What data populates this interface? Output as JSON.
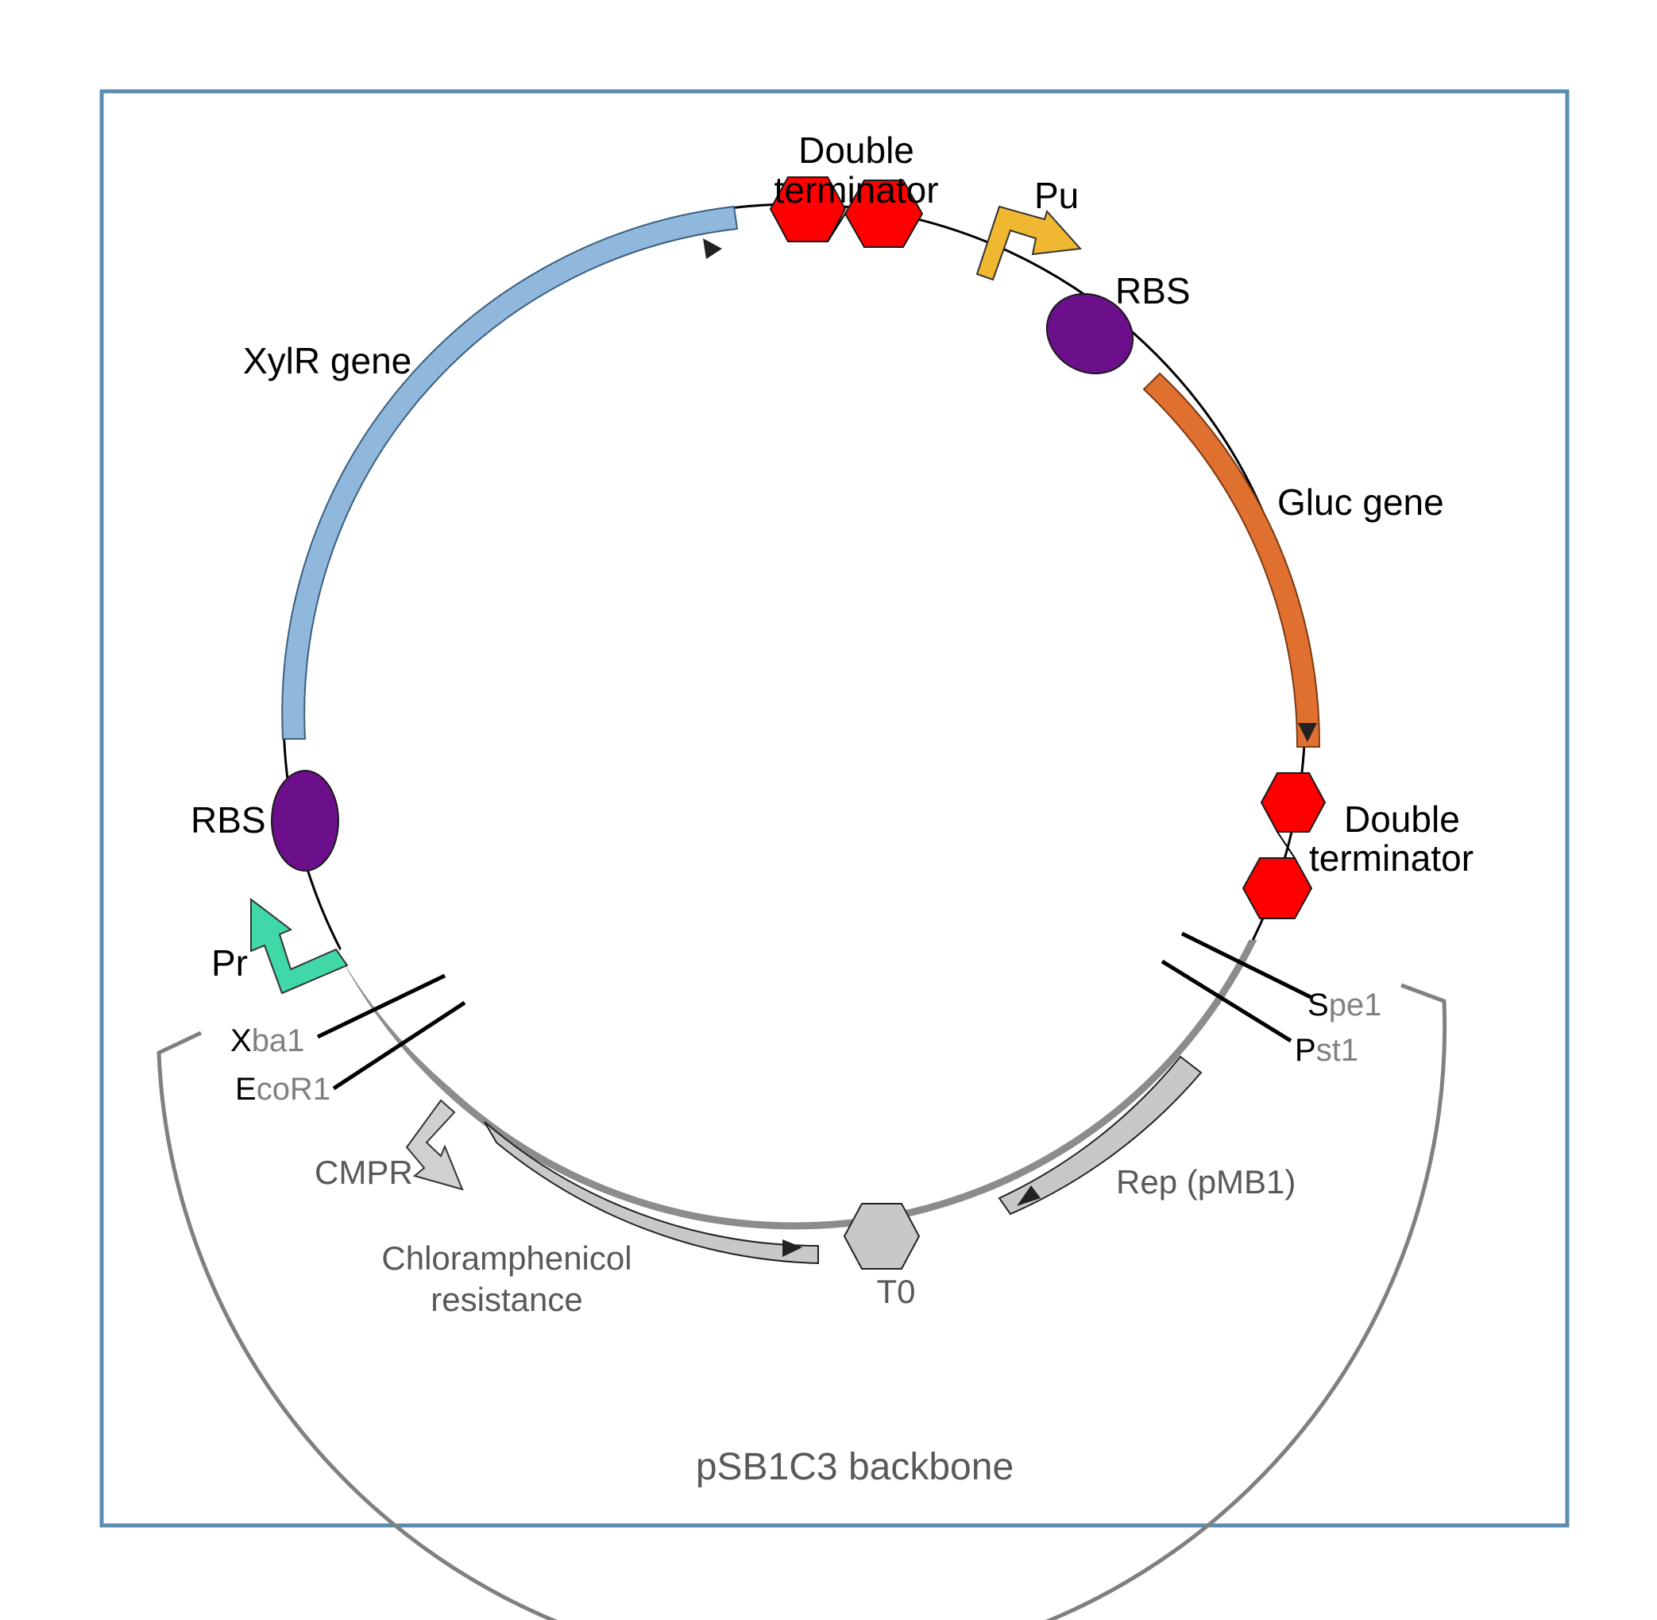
{
  "diagram": {
    "labels": {
      "double_terminator_top_1": "Double",
      "double_terminator_top_2": "terminator",
      "pu": "Pu",
      "rbs_right": "RBS",
      "xylr_gene": "XylR gene",
      "gluc_gene": "Gluc gene",
      "rbs_left": "RBS",
      "double_terminator_right_1": "Double",
      "double_terminator_right_2": "terminator",
      "pr": "Pr",
      "spe1_first": "S",
      "spe1_rest": "pe1",
      "pst1_first": "P",
      "pst1_rest": "st1",
      "xba1_first": "X",
      "xba1_rest": "ba1",
      "ecor1_first": "E",
      "ecor1_rest": "coR1",
      "cmpr": "CMPR",
      "rep": "Rep (pMB1)",
      "chloramphenicol_1": "Chloramphenicol",
      "chloramphenicol_2": "resistance",
      "t0": "T0",
      "backbone": "pSB1C3 backbone"
    },
    "colors": {
      "frame": "#5b8db0",
      "xylr": "#8fb8dc",
      "gluc": "#e07030",
      "terminator": "#ff0000",
      "rbs": "#6b0f8a",
      "pu": "#f0b830",
      "pr": "#40d8a8",
      "backbone_part": "#c8c8c8",
      "backbone_line": "#888888",
      "grey_text": "#595959"
    }
  }
}
